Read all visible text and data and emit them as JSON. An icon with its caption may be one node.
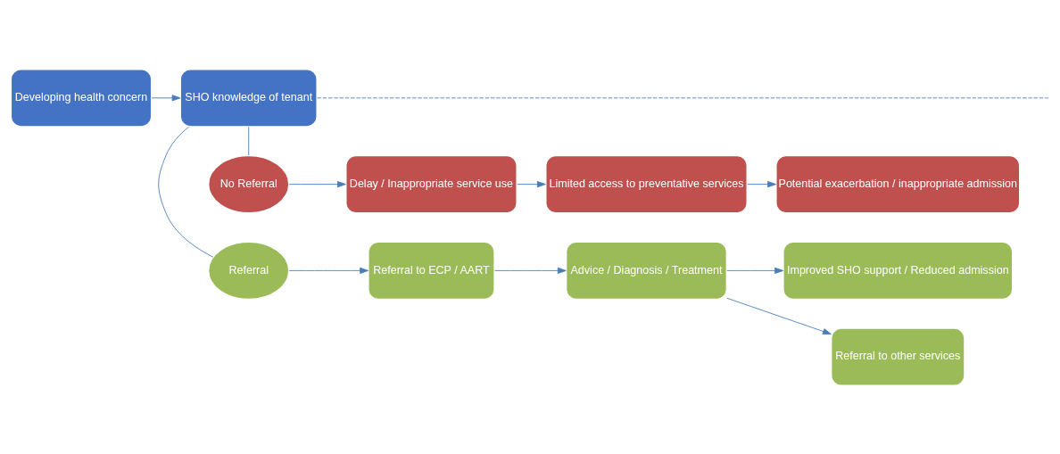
{
  "diagram": {
    "nodes": [
      {
        "text": [
          "Developing health concern"
        ]
      },
      {
        "text": [
          "SHO knowledge of tenant"
        ]
      },
      {
        "text": [
          "Referral"
        ]
      },
      {
        "text": [
          "Referral to ECP / AART"
        ]
      },
      {
        "text": [
          "Advice / Diagnosis / Treatment"
        ]
      },
      {
        "text": [
          "Referral to other services"
        ]
      },
      {
        "text": [
          "Improved SHO support / Reduced admission"
        ]
      },
      {
        "text": [
          "No Referral"
        ]
      },
      {
        "text": [
          "Delay / Inappropriate service use"
        ]
      },
      {
        "text": [
          "Limited access to preventative services"
        ]
      },
      {
        "text": [
          "Potential exacerbation / inappropriate admission"
        ]
      }
    ],
    "edges": [
      {
        "from": 0,
        "to": 1,
        "arrow": "to"
      },
      {
        "from": 1,
        "to": 2,
        "arrow": "none"
      },
      {
        "from": 1,
        "to": 7,
        "arrow": "none"
      },
      {
        "from": 2,
        "to": 3,
        "arrow": "to"
      },
      {
        "from": 3,
        "to": 4,
        "arrow": "to"
      },
      {
        "from": 4,
        "to": 5,
        "arrow": "to"
      },
      {
        "from": 4,
        "to": 6,
        "arrow": "to"
      },
      {
        "from": 7,
        "to": 8,
        "arrow": "to"
      },
      {
        "from": 8,
        "to": 9,
        "arrow": "to"
      },
      {
        "from": 9,
        "to": 10,
        "arrow": "to"
      },
      {
        "from": 1,
        "to": null,
        "arrow": "none",
        "style": "dashed"
      }
    ]
  }
}
